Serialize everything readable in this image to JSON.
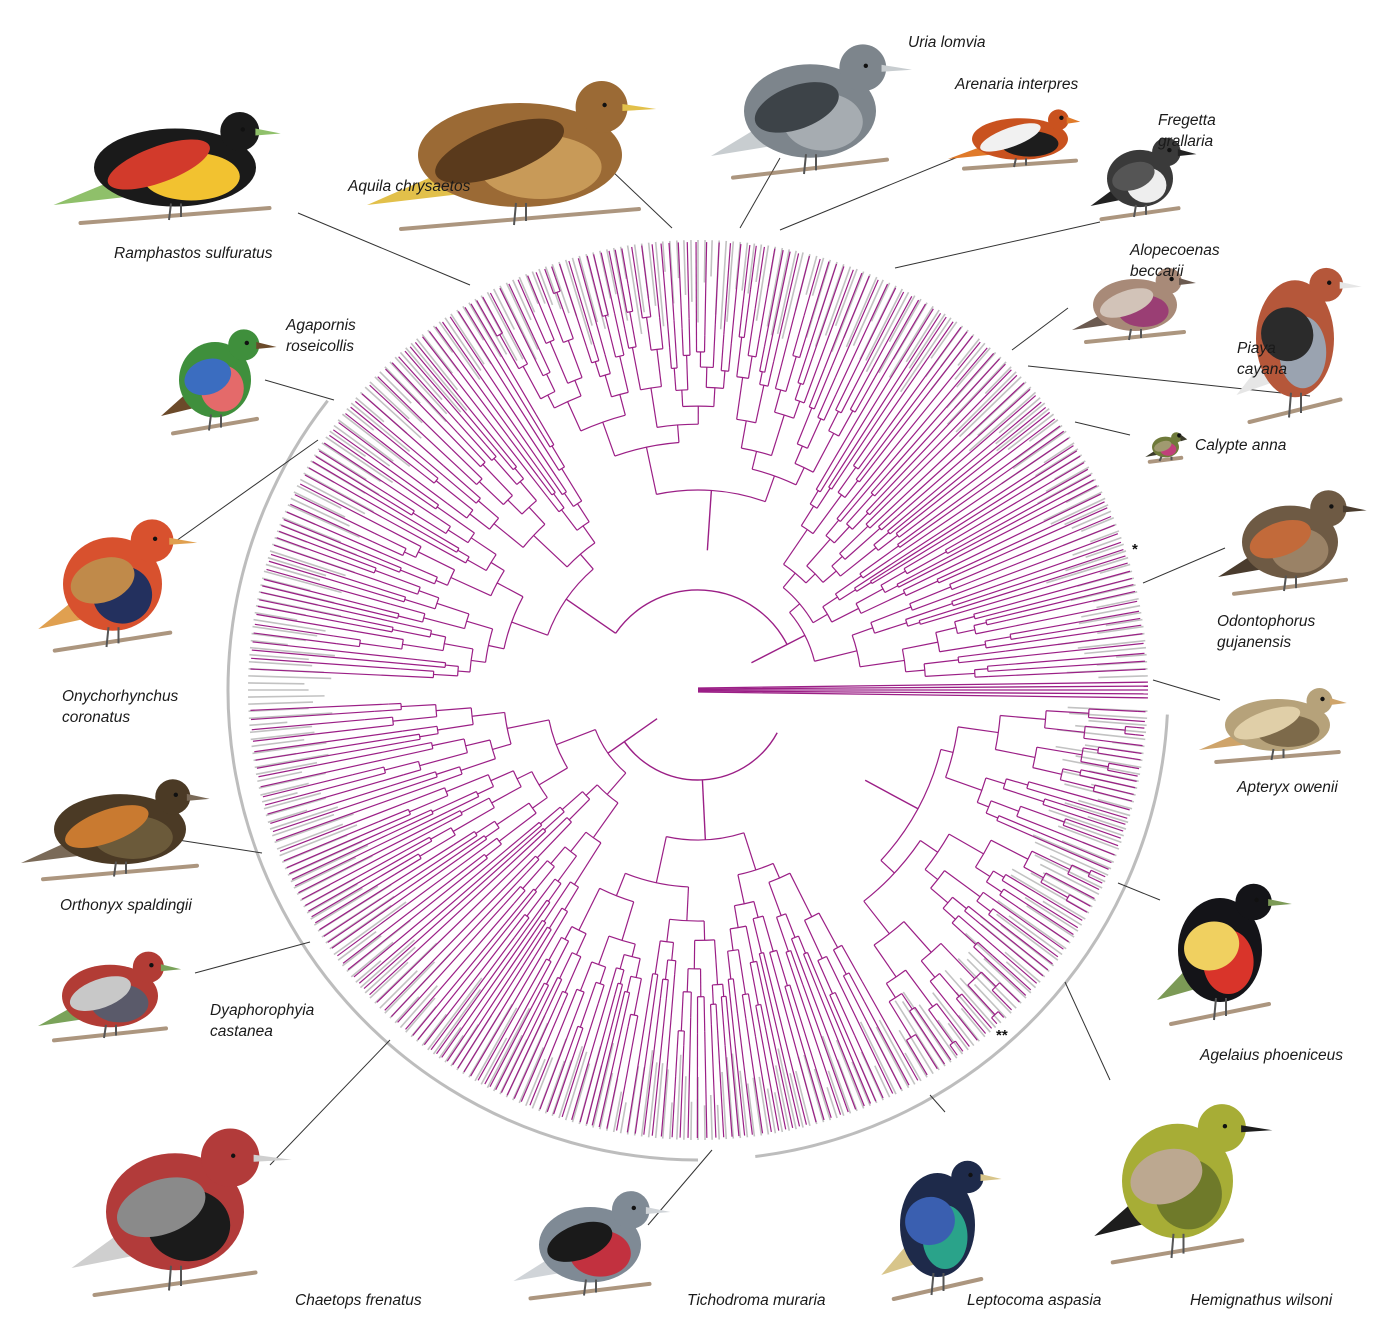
{
  "figure": {
    "branch_color": "#9b1f86",
    "inner_branch_color": "#b8b8b8",
    "outer_arc_color": "#bdbdbd"
  },
  "markers": {
    "single": "*",
    "double": "**"
  },
  "species": [
    {
      "id": "ramphastos-sulfuratus",
      "lines": [
        "Ramphastos sulfuratus"
      ],
      "colors": [
        "#1a1a1a",
        "#f2c230",
        "#d23a2b",
        "#8fc06a"
      ]
    },
    {
      "id": "aquila-chrysaetos",
      "lines": [
        "Aquila chrysaetos"
      ],
      "colors": [
        "#9b6a35",
        "#c89a58",
        "#5a3a1c",
        "#e2c04a"
      ]
    },
    {
      "id": "uria-lomvia",
      "lines": [
        "Uria lomvia"
      ],
      "colors": [
        "#7d858c",
        "#a6acb1",
        "#3d4348",
        "#c8cdd0"
      ]
    },
    {
      "id": "arenaria-interpres",
      "lines": [
        "Arenaria interpres"
      ],
      "colors": [
        "#c9521f",
        "#1d1d1d",
        "#f1f1f1",
        "#e07a2a"
      ]
    },
    {
      "id": "fregetta-grallaria",
      "lines": [
        "Fregetta",
        "grallaria"
      ],
      "colors": [
        "#3a3a3a",
        "#eeeeee",
        "#555555",
        "#222222"
      ]
    },
    {
      "id": "alopecoenas-beccarii",
      "lines": [
        "Alopecoenas",
        "beccarii"
      ],
      "colors": [
        "#a88a78",
        "#9a3e74",
        "#d2c3b8",
        "#6b5a50"
      ]
    },
    {
      "id": "piaya-cayana",
      "lines": [
        "Piaya",
        "cayana"
      ],
      "colors": [
        "#b5573a",
        "#9aa3b0",
        "#2b2b2b",
        "#e6e6e6"
      ]
    },
    {
      "id": "calypte-anna",
      "lines": [
        "Calypte anna"
      ],
      "colors": [
        "#6f7a3a",
        "#c0407a",
        "#a09a70",
        "#3b3b2b"
      ]
    },
    {
      "id": "odontophorus-gujanensis",
      "lines": [
        "Odontophorus",
        "gujanensis"
      ],
      "colors": [
        "#6e5a44",
        "#9a8266",
        "#c26a3a",
        "#4a3c2e"
      ]
    },
    {
      "id": "apteryx-owenii",
      "lines": [
        "Apteryx owenii"
      ],
      "colors": [
        "#b6a27a",
        "#7d6a4a",
        "#e0cfa8",
        "#cfa46a"
      ]
    },
    {
      "id": "agelaius-phoeniceus",
      "lines": [
        "Agelaius phoeniceus"
      ],
      "colors": [
        "#141418",
        "#d9342a",
        "#f0d060",
        "#7c9a56"
      ]
    },
    {
      "id": "hemignathus-wilsoni",
      "lines": [
        "Hemignathus wilsoni"
      ],
      "colors": [
        "#a7ad36",
        "#6f7a2a",
        "#bca890",
        "#1d1d1d"
      ]
    },
    {
      "id": "leptocoma-aspasia",
      "lines": [
        "Leptocoma aspasia"
      ],
      "colors": [
        "#1e2a4a",
        "#2aa38a",
        "#3a5fb0",
        "#d8c58a"
      ]
    },
    {
      "id": "tichodroma-muraria",
      "lines": [
        "Tichodroma muraria"
      ],
      "colors": [
        "#7f8a95",
        "#c2313f",
        "#1a1a1a",
        "#d0d4d8"
      ]
    },
    {
      "id": "chaetops-frenatus",
      "lines": [
        "Chaetops frenatus"
      ],
      "colors": [
        "#b23b3a",
        "#1b1b1b",
        "#8a8a8a",
        "#cfcfcf"
      ]
    },
    {
      "id": "dyaphorophyia-castanea",
      "lines": [
        "Dyaphorophyia",
        "castanea"
      ],
      "colors": [
        "#b23c35",
        "#5a5a6a",
        "#c8c8c8",
        "#7aa35a"
      ]
    },
    {
      "id": "orthonyx-spaldingii",
      "lines": [
        "Orthonyx spaldingii"
      ],
      "colors": [
        "#4b3a25",
        "#6b5a3a",
        "#c97a30",
        "#7a6a58"
      ]
    },
    {
      "id": "onychorhynchus-coronatus",
      "lines": [
        "Onychorhynchus",
        "coronatus"
      ],
      "colors": [
        "#d8512e",
        "#23305e",
        "#c08a4a",
        "#e0a050"
      ]
    },
    {
      "id": "agapornis-roseicollis",
      "lines": [
        "Agapornis",
        "roseicollis"
      ],
      "colors": [
        "#3f8f3c",
        "#e46a6a",
        "#3b6dc0",
        "#6b4a2a"
      ]
    }
  ]
}
